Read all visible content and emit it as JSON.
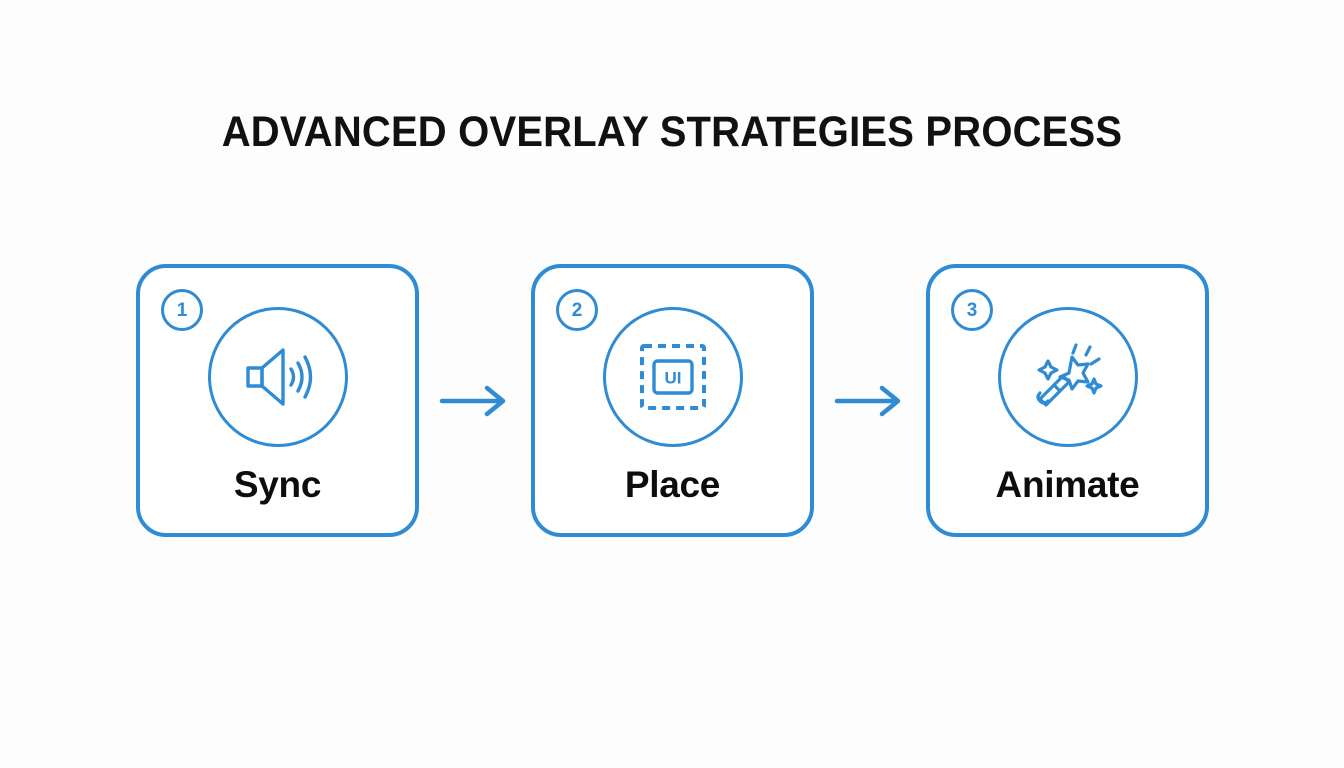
{
  "slide": {
    "title": "ADVANCED OVERLAY STRATEGIES PROCESS",
    "background_color": "#fdfdfd",
    "accent_color": "#2f8cd4",
    "text_color": "#0d0d0d"
  },
  "flow": {
    "connector_icon": "arrow-right-icon",
    "steps": [
      {
        "number": "1",
        "label": "Sync",
        "icon": "speaker-volume-icon"
      },
      {
        "number": "2",
        "label": "Place",
        "icon": "ui-placement-frame-icon",
        "icon_text": "UI"
      },
      {
        "number": "3",
        "label": "Animate",
        "icon": "magic-wand-sparkle-icon"
      }
    ]
  }
}
